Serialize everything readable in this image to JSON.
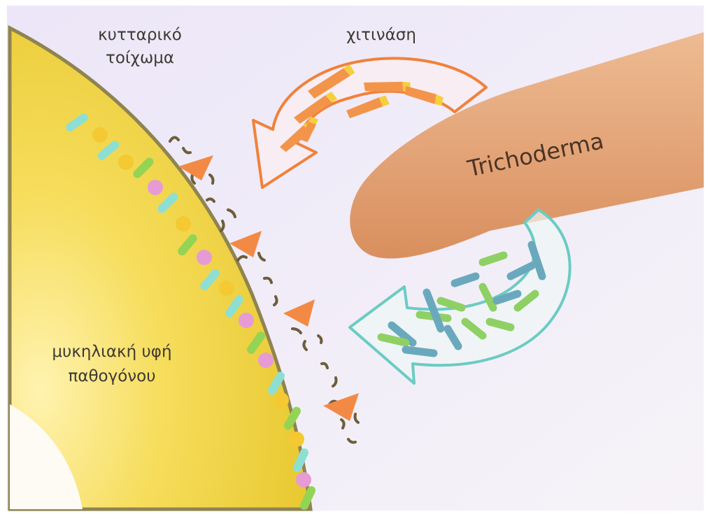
{
  "labels": {
    "cell_wall": [
      "κυτταρικό",
      "τοίχωμα"
    ],
    "chitinase": "χιτινάση",
    "organism": "Trichoderma",
    "pathogen_hypha": [
      "μυκηλιακή υφή",
      "παθογόνου"
    ]
  },
  "colors": {
    "background": "#efeaf7",
    "hypha_fill": "#f2d440",
    "cell_wall_line": "#8f8450",
    "trichoderma": "#e2a57a",
    "chitinase_arrow": "#f0823a",
    "enzyme_fill": "#f2954a",
    "enzyme_tip": "#f7cf3c",
    "bacteria_arrow": "#6ccbc3",
    "bacteria_green": "#8fd064",
    "bacteria_blue": "#6aa9bd",
    "wall_teal": "#8ddfd3",
    "wall_yellow": "#f4c931",
    "wall_pink": "#e69bd4",
    "wall_green": "#93d455",
    "debris": "#6b5f3a",
    "attack_arrowhead": "#f28a45",
    "text": "#3e3a33"
  }
}
